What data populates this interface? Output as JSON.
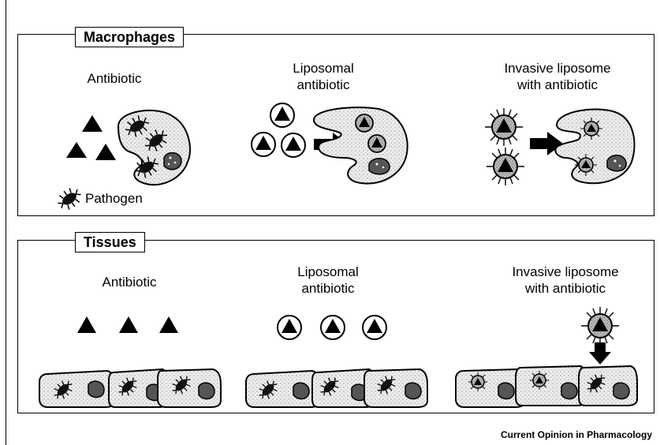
{
  "macrophages_panel": {
    "title": "Macrophages",
    "captions": {
      "antibiotic": "Antibiotic",
      "liposomal": [
        "Liposomal",
        "antibiotic"
      ],
      "invasive": [
        "Invasive liposome",
        "with antibiotic"
      ]
    },
    "pathogen_label": "Pathogen"
  },
  "tissues_panel": {
    "title": "Tissues",
    "captions": {
      "antibiotic": "Antibiotic",
      "liposomal": [
        "Liposomal",
        "antibiotic"
      ],
      "invasive": [
        "Invasive liposome",
        "with antibiotic"
      ]
    }
  },
  "footer": "Current Opinion in Pharmacology",
  "colors": {
    "ink": "#000000",
    "cell_fill": "#e9e9e9",
    "stipple": "#9a9a9a",
    "nucleus": "#555555"
  },
  "icons": [
    "triangle-drug-icon",
    "liposome-icon",
    "invasive-liposome-icon",
    "pathogen-icon",
    "nucleus-icon",
    "arrow-icon"
  ]
}
